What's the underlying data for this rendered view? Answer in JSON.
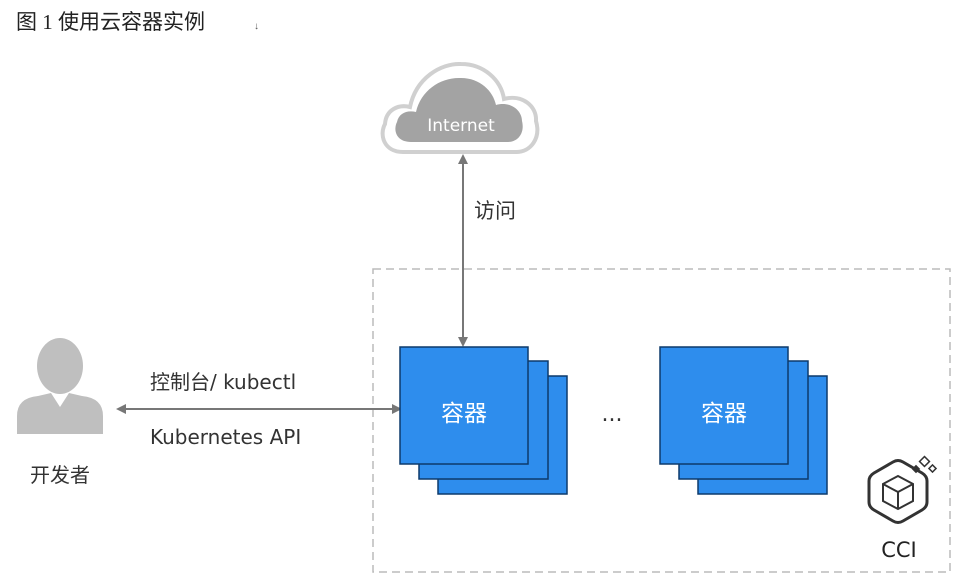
{
  "figure": {
    "caption": "图 1 使用云容器实例",
    "caption_mark": "↓"
  },
  "internet": {
    "label": "Internet"
  },
  "access": {
    "label": "访问"
  },
  "developer": {
    "label": "开发者"
  },
  "connection": {
    "label_top": "控制台/ kubectl",
    "label_bottom": "Kubernetes API"
  },
  "containers": {
    "first_label": "容器",
    "second_label": "容器",
    "ellipsis": "..."
  },
  "cci": {
    "label": "CCI",
    "icon": "cci-cube-icon"
  },
  "colors": {
    "container_fill": "#2e8ded",
    "container_stroke": "#0d3a6b",
    "text": "#333333",
    "arrow": "#777777",
    "cloud_outer": "#d0d0d0",
    "cloud_inner": "#a3a3a3",
    "dashed_border": "#bbbbbb",
    "person": "#bfbfbf"
  }
}
